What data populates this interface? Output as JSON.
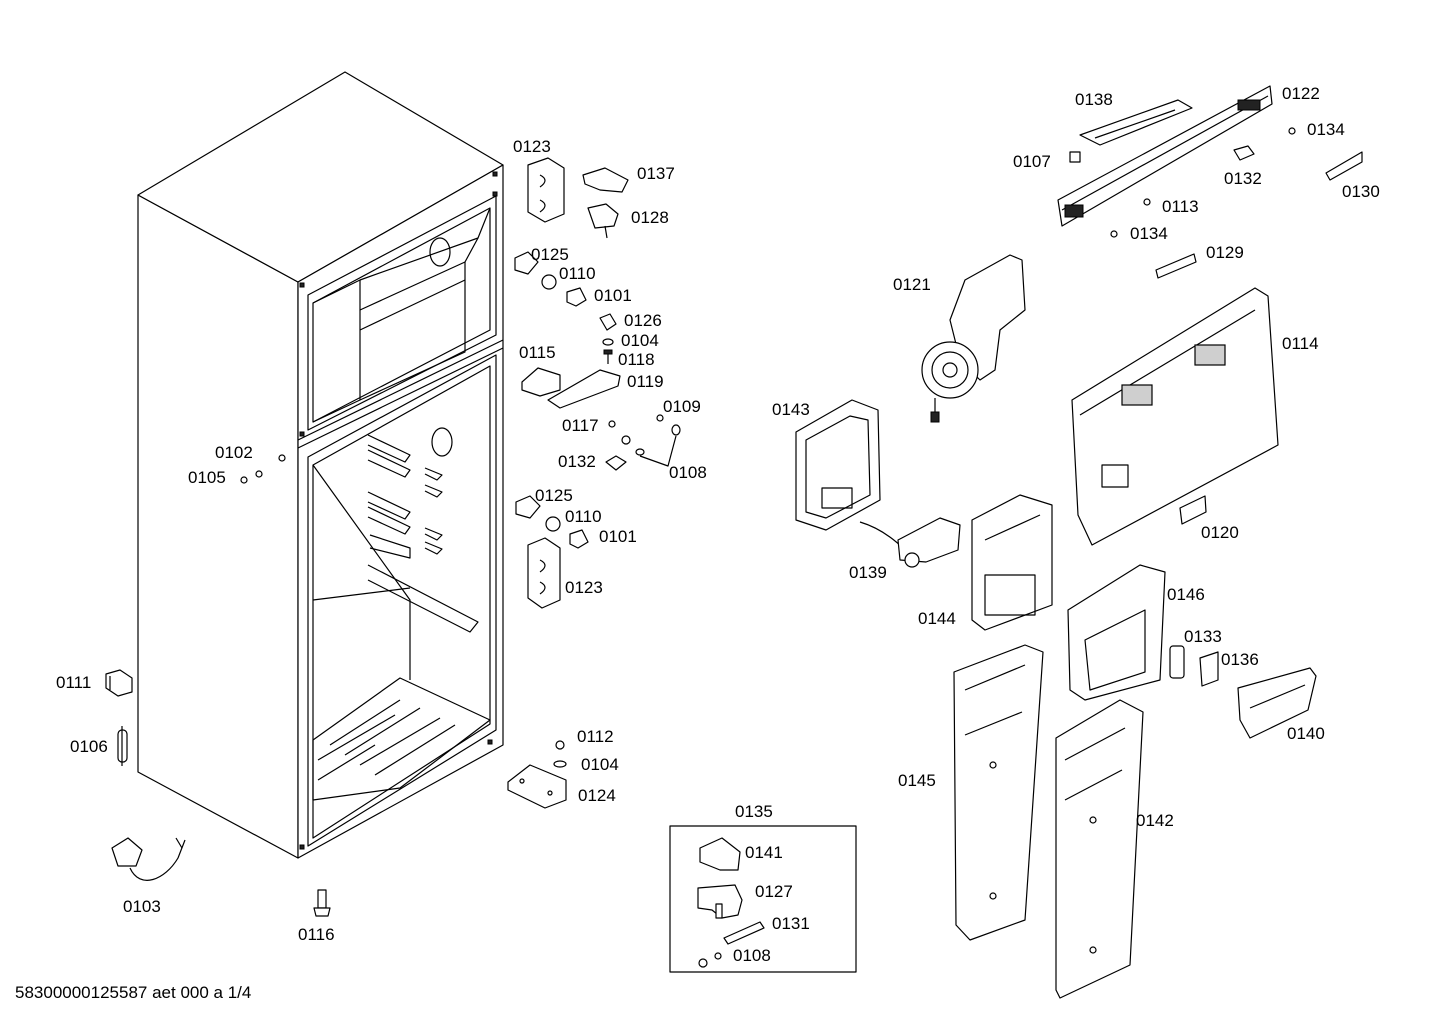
{
  "footer_text": "58300000125587 aet 000 a 1/4",
  "group_box_label": "0135",
  "labels": {
    "p0138": "0138",
    "p0122": "0122",
    "p0134a": "0134",
    "p0107": "0107",
    "p0132a": "0132",
    "p0130": "0130",
    "p0113": "0113",
    "p0134b": "0134",
    "p0129": "0129",
    "p0121": "0121",
    "p0114": "0114",
    "p0143": "0143",
    "p0120": "0120",
    "p0139": "0139",
    "p0144": "0144",
    "p0146": "0146",
    "p0133": "0133",
    "p0136": "0136",
    "p0140": "0140",
    "p0145": "0145",
    "p0142": "0142",
    "p0123a": "0123",
    "p0137": "0137",
    "p0128": "0128",
    "p0125a": "0125",
    "p0110a": "0110",
    "p0101a": "0101",
    "p0126": "0126",
    "p0104a": "0104",
    "p0118": "0118",
    "p0115": "0115",
    "p0119": "0119",
    "p0117": "0117",
    "p0109": "0109",
    "p0132b": "0132",
    "p0108a": "0108",
    "p0125b": "0125",
    "p0110b": "0110",
    "p0101b": "0101",
    "p0123b": "0123",
    "p0102": "0102",
    "p0105": "0105",
    "p0111": "0111",
    "p0106": "0106",
    "p0112": "0112",
    "p0104b": "0104",
    "p0124": "0124",
    "p0103": "0103",
    "p0116": "0116",
    "p0141": "0141",
    "p0127": "0127",
    "p0131": "0131",
    "p0108b": "0108"
  }
}
